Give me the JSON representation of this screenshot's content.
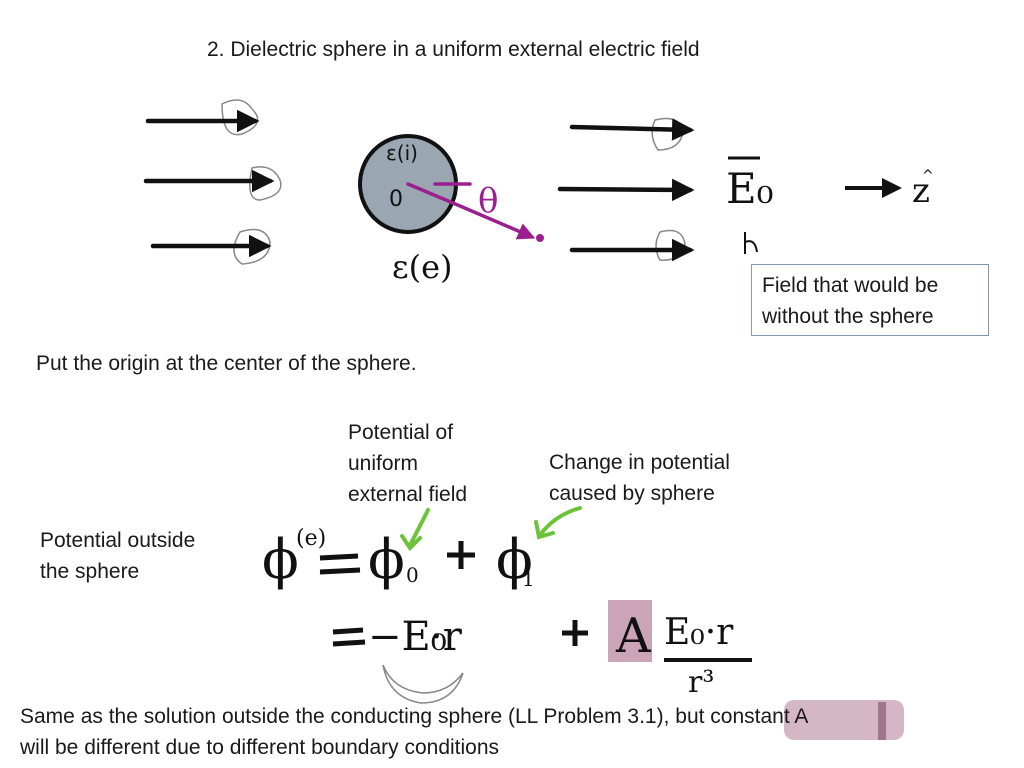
{
  "slide": {
    "title": "2.  Dielectric sphere in a uniform external  electric field",
    "callout": {
      "line1": "Field that would be",
      "line2": "without the sphere"
    },
    "origin_note": "Put the origin at the center of the sphere.",
    "labels": {
      "uniform": [
        "Potential of",
        "uniform",
        "external field"
      ],
      "change": [
        "Change in  potential",
        "caused by sphere"
      ],
      "outside": [
        "Potential outside",
        "the sphere"
      ]
    },
    "footer": {
      "line1": "Same as the solution outside the conducting sphere (LL Problem 3.1), but constant A",
      "line2": "will be different due to different boundary conditions"
    }
  },
  "ink": {
    "sphere_inside": "ε(i)",
    "sphere_outside": "ε(e)",
    "field": "E₀",
    "z_axis": "z",
    "theta": "θ",
    "origin": "0",
    "phi_e": "ϕ",
    "phi_e_sup": "(e)",
    "phi0": "ϕ",
    "phi0_sub": "0",
    "phi1": "ϕ",
    "phi1_sub": "1",
    "neg_e0": "−E₀",
    "dot_r": "·r",
    "constant": "A",
    "frac_num": "E₀·r",
    "frac_den": "r³",
    "colors": {
      "ink": "#111111",
      "theta": "#9b1f8e",
      "pointer": "#6cc33a",
      "sphere": "#9aa6b2",
      "highlight": "#b9869f"
    }
  }
}
